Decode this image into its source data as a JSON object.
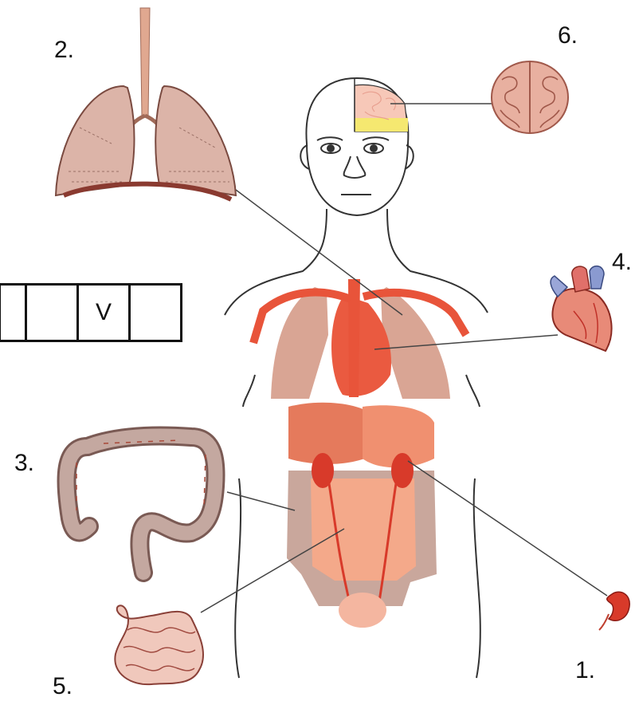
{
  "labels": {
    "one": "1.",
    "two": "2.",
    "three": "3.",
    "four": "4.",
    "five": "5.",
    "six": "6."
  },
  "answer_table": [
    "",
    "",
    "V",
    ""
  ],
  "colors": {
    "skin_outline": "#333333",
    "artery": "#e8543a",
    "lung": "#d9a090",
    "liver": "#e57a5c",
    "intestine": "#f4a484",
    "colon": "#b08a80",
    "kidney": "#d83a2a",
    "brain": "#e8b0a0",
    "brain_section": "#f5e870"
  },
  "icons": [
    "brain-icon",
    "lungs-icon",
    "heart-icon",
    "colon-icon",
    "small-intestine-icon",
    "kidney-icon"
  ]
}
